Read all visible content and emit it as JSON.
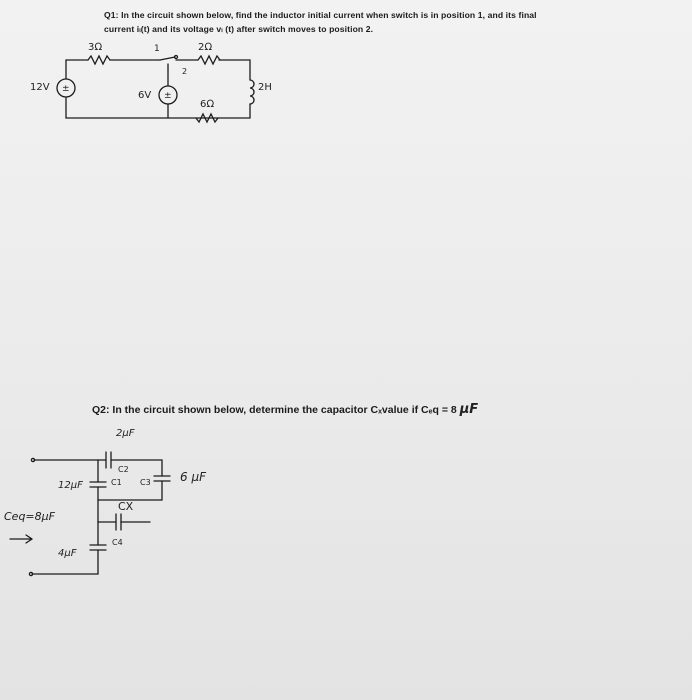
{
  "q1": {
    "line1": "Q1: In the circuit shown below, find the inductor initial current when switch is in position 1, and its final",
    "line2": "current iₗ(t) and its voltage vₗ (t) after switch moves to position 2.",
    "labels": {
      "r1": "3Ω",
      "r2": "2Ω",
      "r3": "6Ω",
      "sw1": "1",
      "sw2": "2",
      "v1": "12V",
      "v2": "6V",
      "l": "2H"
    }
  },
  "q2": {
    "text": "Q2: In the circuit shown below, determine the capacitor Cₓvalue if Cₑq = 8",
    "unit": "µF",
    "labels": {
      "c2_val": "2µF",
      "c2": "C2",
      "c1_val": "12µF",
      "c1": "C1",
      "c3": "C3",
      "c3_val": "6 µF",
      "cx": "CX",
      "ceq": "Ceq=8µF",
      "c4_val": "4µF",
      "c4": "C4"
    }
  }
}
